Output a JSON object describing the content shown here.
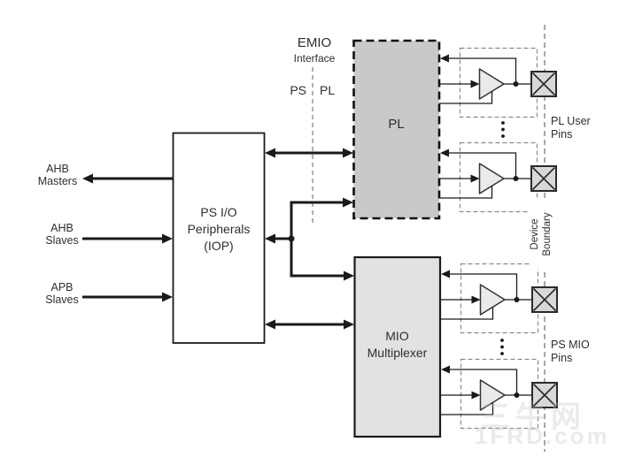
{
  "colors": {
    "pl_fill": "#c9c9c9",
    "mio_fill": "#e2e2e2",
    "iop_fill": "#ffffff",
    "buffer_fill": "#eaeaea",
    "pad_fill": "#d8d8d8",
    "wire": "#1a1a1a",
    "dashed_guide": "#7a7a7a",
    "text": "#2e2e2e"
  },
  "emio": {
    "title": "EMIO",
    "subtitle": "Interface",
    "ps": "PS",
    "pl": "PL"
  },
  "blocks": {
    "iop": {
      "lines": [
        "PS I/O",
        "Peripherals",
        "(IOP)"
      ]
    },
    "pl": {
      "label": "PL"
    },
    "mio": {
      "lines": [
        "MIO",
        "Multiplexer"
      ]
    }
  },
  "bus_labels": {
    "ahb_masters": {
      "lines": [
        "AHB",
        "Masters"
      ]
    },
    "ahb_slaves": {
      "lines": [
        "AHB",
        "Slaves"
      ]
    },
    "apb_slaves": {
      "lines": [
        "APB",
        "Slaves"
      ]
    }
  },
  "pin_labels": {
    "pl_user": {
      "lines": [
        "PL User",
        "Pins"
      ]
    },
    "ps_mio": {
      "lines": [
        "PS MIO",
        "Pins"
      ]
    }
  },
  "boundary": {
    "lines": [
      "Device",
      "Boundary"
    ]
  },
  "watermark": {
    "lines": [
      "三牛网",
      "1FRD.com"
    ]
  },
  "icons": {
    "buffer": "tristate-buffer-icon",
    "pad": "io-pad-icon",
    "junction": "junction-dot-icon",
    "ellipsis": "vertical-ellipsis-icon"
  }
}
